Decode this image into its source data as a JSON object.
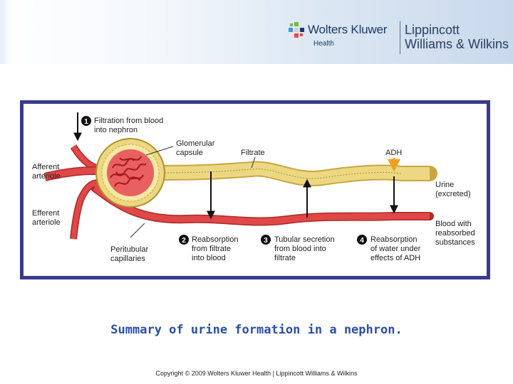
{
  "header": {
    "publisher": "Wolters Kluwer",
    "publisher_division": "Health",
    "imprint_line1": "Lippincott",
    "imprint_line2": "Williams & Wilkins"
  },
  "diagram": {
    "steps": [
      {
        "number": "1",
        "line1": "Filtration from blood",
        "line2": "into nephron"
      },
      {
        "number": "2",
        "line1": "Reabsorption",
        "line2": "from filtrate",
        "line3": "into blood"
      },
      {
        "number": "3",
        "line1": "Tubular secretion",
        "line2": "from blood into",
        "line3": "filtrate"
      },
      {
        "number": "4",
        "line1": "Reabsorption",
        "line2": "of water under",
        "line3": "effects of ADH"
      }
    ],
    "labels": {
      "glomerular_1": "Glomerular",
      "glomerular_2": "capsule",
      "filtrate": "Filtrate",
      "adh": "ADH",
      "afferent_1": "Afferent",
      "afferent_2": "arteriole",
      "efferent_1": "Efferent",
      "efferent_2": "arteriole",
      "urine_1": "Urine",
      "urine_2": "(excreted)",
      "blood_1": "Blood with",
      "blood_2": "reabsorbed",
      "blood_3": "substances",
      "peritubular_1": "Peritubular",
      "peritubular_2": "capillaries"
    },
    "colors": {
      "tubule": "#ecd882",
      "blood_vessel": "#e04848",
      "adh_arrow": "#f0a020",
      "frame": "#3a3a8c"
    }
  },
  "caption": "Summary of urine formation in a nephron.",
  "copyright": "Copyright © 2009 Wolters Kluwer Health | Lippincott Williams & Wilkins"
}
